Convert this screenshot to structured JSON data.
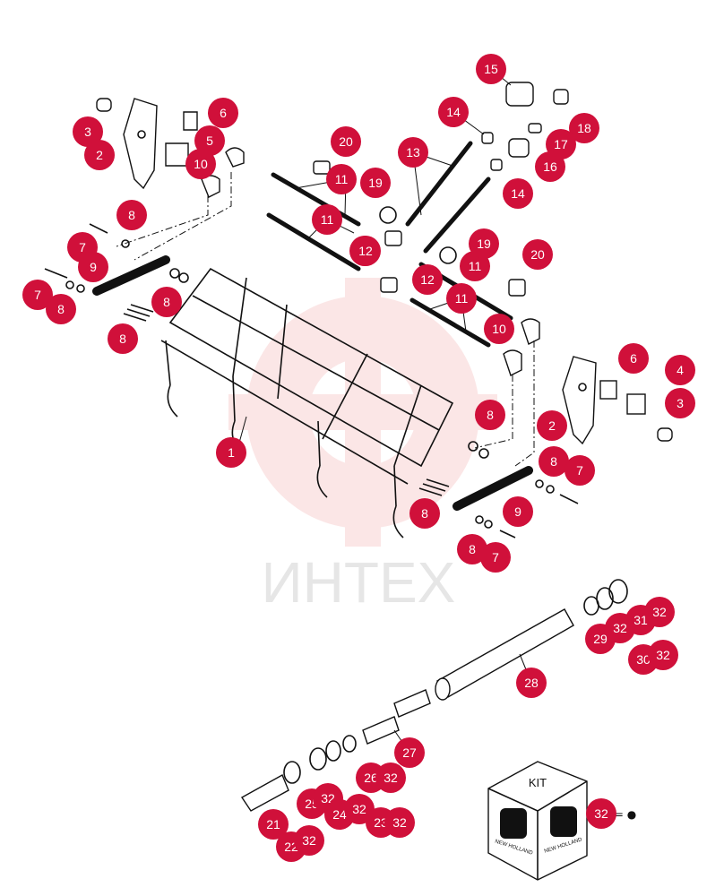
{
  "watermark": {
    "text": "ИНТЕХ",
    "color": "#f4b8b8"
  },
  "callout_color": "#d0103a",
  "callouts": [
    {
      "id": "c15",
      "label": "15"
    },
    {
      "id": "c18",
      "label": "18"
    },
    {
      "id": "c14a",
      "label": "14"
    },
    {
      "id": "c17",
      "label": "17"
    },
    {
      "id": "c16",
      "label": "16"
    },
    {
      "id": "c14b",
      "label": "14"
    },
    {
      "id": "c13",
      "label": "13"
    },
    {
      "id": "c20a",
      "label": "20"
    },
    {
      "id": "c19a",
      "label": "19"
    },
    {
      "id": "c6a",
      "label": "6"
    },
    {
      "id": "c5",
      "label": "5"
    },
    {
      "id": "c10a",
      "label": "10"
    },
    {
      "id": "c3a",
      "label": "3"
    },
    {
      "id": "c2a",
      "label": "2"
    },
    {
      "id": "c11a",
      "label": "11"
    },
    {
      "id": "c11b",
      "label": "11"
    },
    {
      "id": "c11c",
      "label": "11"
    },
    {
      "id": "c11d",
      "label": "11"
    },
    {
      "id": "c11e",
      "label": "11"
    },
    {
      "id": "c12a",
      "label": "12"
    },
    {
      "id": "c12b",
      "label": "12"
    },
    {
      "id": "c19b",
      "label": "19"
    },
    {
      "id": "c20b",
      "label": "20"
    },
    {
      "id": "c10b",
      "label": "10"
    },
    {
      "id": "c8a",
      "label": "8"
    },
    {
      "id": "c7a",
      "label": "7"
    },
    {
      "id": "c9a",
      "label": "9"
    },
    {
      "id": "c7b",
      "label": "7"
    },
    {
      "id": "c8b",
      "label": "8"
    },
    {
      "id": "c8c",
      "label": "8"
    },
    {
      "id": "c8d",
      "label": "8"
    },
    {
      "id": "c1",
      "label": "1"
    },
    {
      "id": "c6b",
      "label": "6"
    },
    {
      "id": "c4",
      "label": "4"
    },
    {
      "id": "c3b",
      "label": "3"
    },
    {
      "id": "c2b",
      "label": "2"
    },
    {
      "id": "c8e",
      "label": "8"
    },
    {
      "id": "c8f",
      "label": "8"
    },
    {
      "id": "c7c",
      "label": "7"
    },
    {
      "id": "c8g",
      "label": "8"
    },
    {
      "id": "c9b",
      "label": "9"
    },
    {
      "id": "c8h",
      "label": "8"
    },
    {
      "id": "c7d",
      "label": "7"
    },
    {
      "id": "c31",
      "label": "31"
    },
    {
      "id": "c32a",
      "label": "32"
    },
    {
      "id": "c29",
      "label": "29"
    },
    {
      "id": "c32b",
      "label": "32"
    },
    {
      "id": "c30",
      "label": "30"
    },
    {
      "id": "c32c",
      "label": "32"
    },
    {
      "id": "c28",
      "label": "28"
    },
    {
      "id": "c27",
      "label": "27"
    },
    {
      "id": "c26",
      "label": "26"
    },
    {
      "id": "c32d",
      "label": "32"
    },
    {
      "id": "c25",
      "label": "25"
    },
    {
      "id": "c32e",
      "label": "32"
    },
    {
      "id": "c24",
      "label": "24"
    },
    {
      "id": "c32f",
      "label": "32"
    },
    {
      "id": "c23",
      "label": "23"
    },
    {
      "id": "c32g",
      "label": "32"
    },
    {
      "id": "c21",
      "label": "21"
    },
    {
      "id": "c22",
      "label": "22"
    },
    {
      "id": "c32h",
      "label": "32"
    },
    {
      "id": "c32i",
      "label": "32"
    }
  ],
  "kit": {
    "label": "KIT",
    "brand_left": "NEW HOLLAND",
    "brand_right": "NEW HOLLAND",
    "marker": "= ●"
  }
}
